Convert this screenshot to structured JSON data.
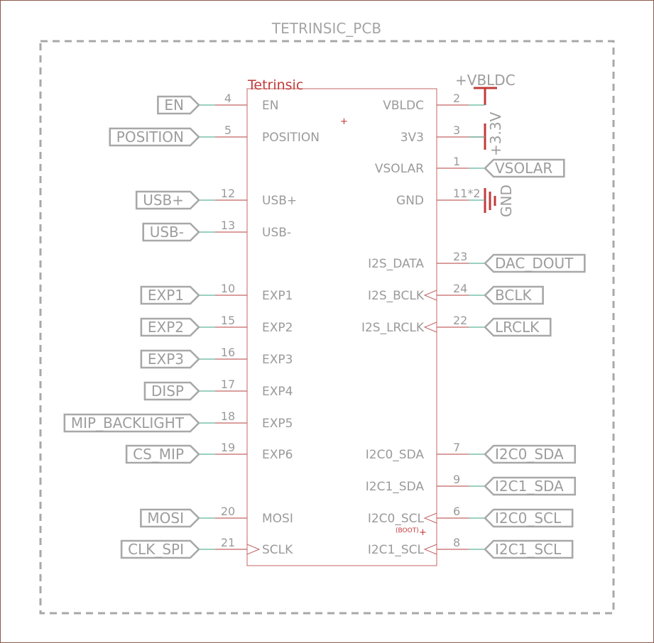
{
  "board": {
    "title": "TETRINSIC_PCB"
  },
  "part": {
    "name": "Tetrinsic",
    "boot_note": "(BOOT)"
  },
  "left_pins": [
    {
      "num": "4",
      "name": "EN",
      "label": "EN"
    },
    {
      "num": "5",
      "name": "POSITION",
      "label": "POSITION"
    },
    {
      "num": "12",
      "name": "USB+",
      "label": "USB+"
    },
    {
      "num": "13",
      "name": "USB-",
      "label": "USB-"
    },
    {
      "num": "10",
      "name": "EXP1",
      "label": "EXP1"
    },
    {
      "num": "15",
      "name": "EXP2",
      "label": "EXP2"
    },
    {
      "num": "16",
      "name": "EXP3",
      "label": "EXP3"
    },
    {
      "num": "17",
      "name": "EXP4",
      "label": "DISP"
    },
    {
      "num": "18",
      "name": "EXP5",
      "label": "MIP_BACKLIGHT"
    },
    {
      "num": "19",
      "name": "EXP6",
      "label": "CS_MIP"
    },
    {
      "num": "20",
      "name": "MOSI",
      "label": "MOSI"
    },
    {
      "num": "21",
      "name": "SCLK",
      "label": "CLK_SPI"
    }
  ],
  "right_pins": [
    {
      "num": "2",
      "name": "VBLDC",
      "label": ""
    },
    {
      "num": "3",
      "name": "3V3",
      "label": ""
    },
    {
      "num": "1",
      "name": "VSOLAR",
      "label": "VSOLAR"
    },
    {
      "num": "11*2",
      "name": "GND",
      "label": ""
    },
    {
      "num": "23",
      "name": "I2S_DATA",
      "label": "DAC_DOUT"
    },
    {
      "num": "24",
      "name": "I2S_BCLK",
      "label": "BCLK"
    },
    {
      "num": "22",
      "name": "I2S_LRCLK",
      "label": "LRCLK"
    },
    {
      "num": "7",
      "name": "I2C0_SDA",
      "label": "I2C0_SDA"
    },
    {
      "num": "9",
      "name": "I2C1_SDA",
      "label": "I2C1_SDA"
    },
    {
      "num": "6",
      "name": "I2C0_SCL",
      "label": "I2C0_SCL"
    },
    {
      "num": "8",
      "name": "I2C1_SCL",
      "label": "I2C1_SCL"
    }
  ],
  "power": {
    "vbldc": "+VBLDC",
    "v33": "+3.3V",
    "gnd": "GND"
  }
}
